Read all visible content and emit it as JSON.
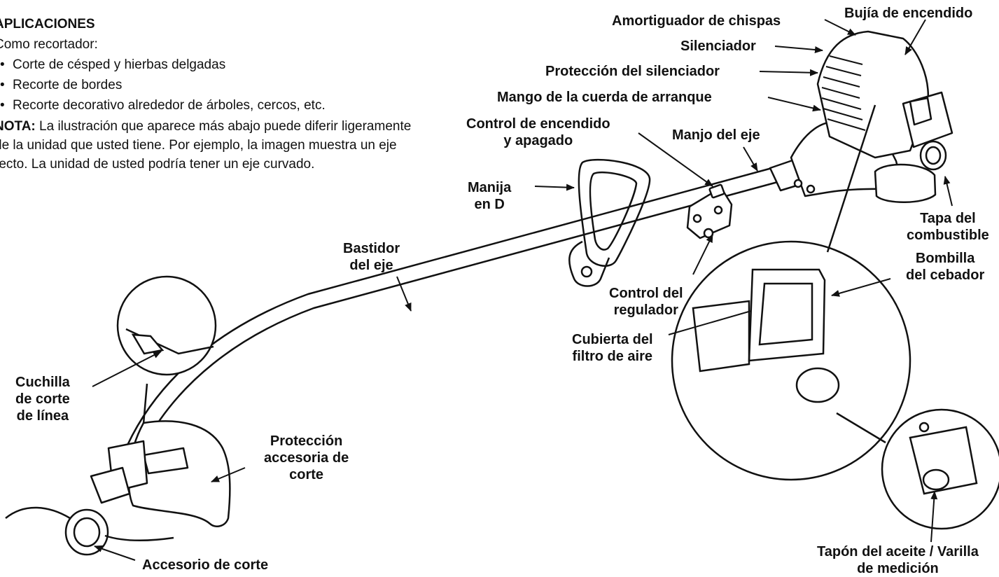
{
  "intro": {
    "heading": "APLICACIONES",
    "subheading": "Como recortador:",
    "bullets": [
      "Corte de césped y hierbas delgadas",
      "Recorte de bordes",
      "Recorte decorativo alrededor de árboles, cercos, etc."
    ],
    "note_label": "NOTA:",
    "note_text": " La ilustración que aparece más abajo puede diferir ligeramente de la unidad que usted tiene. Por ejemplo, la imagen muestra un eje recto. La unidad de usted podría tener un eje curvado."
  },
  "labels": {
    "spark_arrestor": "Amortiguador de chispas",
    "spark_plug": "Bujía de encendido",
    "muffler": "Silenciador",
    "muffler_guard": "Protección del silenciador",
    "starter_rope_handle": "Mango de la cuerda de arranque",
    "on_off_control": [
      "Control de encendido",
      "y apagado"
    ],
    "shaft_handle": "Manjo del eje",
    "d_handle": [
      "Manija",
      "en D"
    ],
    "fuel_cap": [
      "Tapa del",
      "combustible"
    ],
    "primer_bulb": [
      "Bombilla",
      "del cebador"
    ],
    "shaft_housing": [
      "Bastidor",
      "del eje"
    ],
    "throttle_control": [
      "Control del",
      "regulador"
    ],
    "air_filter_cover": [
      "Cubierta del",
      "filtro de aire"
    ],
    "line_cutting_blade": [
      "Cuchilla",
      "de corte",
      "de línea"
    ],
    "cutting_attachment_guard": [
      "Protección",
      "accesoria de",
      "corte"
    ],
    "cutting_attachment": "Accesorio de corte",
    "oil_cap_dipstick": [
      "Tapón del aceite / Varilla",
      "de medición"
    ]
  }
}
